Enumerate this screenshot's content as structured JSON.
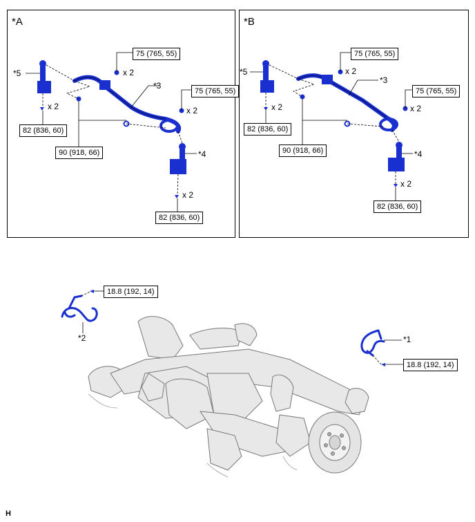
{
  "panel_a": {
    "label": "*A",
    "callouts": {
      "top_bolt": "75 (765, 55)",
      "right_bolt": "75 (765, 55)",
      "left_nut": "82 (836, 60)",
      "center_nut": "90 (918, 66)",
      "bottom_nut": "82 (836, 60)"
    },
    "labels": {
      "part3": "*3",
      "part4": "*4",
      "part5": "*5"
    },
    "qty": {
      "top": "x 2",
      "right": "x 2",
      "left": "x 2",
      "bottom": "x 2"
    }
  },
  "panel_b": {
    "label": "*B",
    "callouts": {
      "top_bolt": "75 (765, 55)",
      "right_bolt": "75 (765, 55)",
      "left_nut": "82 (836, 60)",
      "center_nut": "90 (918, 66)",
      "bottom_nut": "82 (836, 60)"
    },
    "labels": {
      "part3": "*3",
      "part4": "*4",
      "part5": "*5"
    },
    "qty": {
      "top": "x 2",
      "right": "x 2",
      "left": "x 2",
      "bottom": "x 2"
    }
  },
  "lower": {
    "left_torque": "18.8 (192, 14)",
    "right_torque": "18.8 (192, 14)",
    "label_part1": "*1",
    "label_part2": "*2"
  },
  "corner_mark": "H",
  "colors": {
    "part": "#1a2fd0",
    "part_dark": "#0d1a8a",
    "line": "#000000"
  }
}
